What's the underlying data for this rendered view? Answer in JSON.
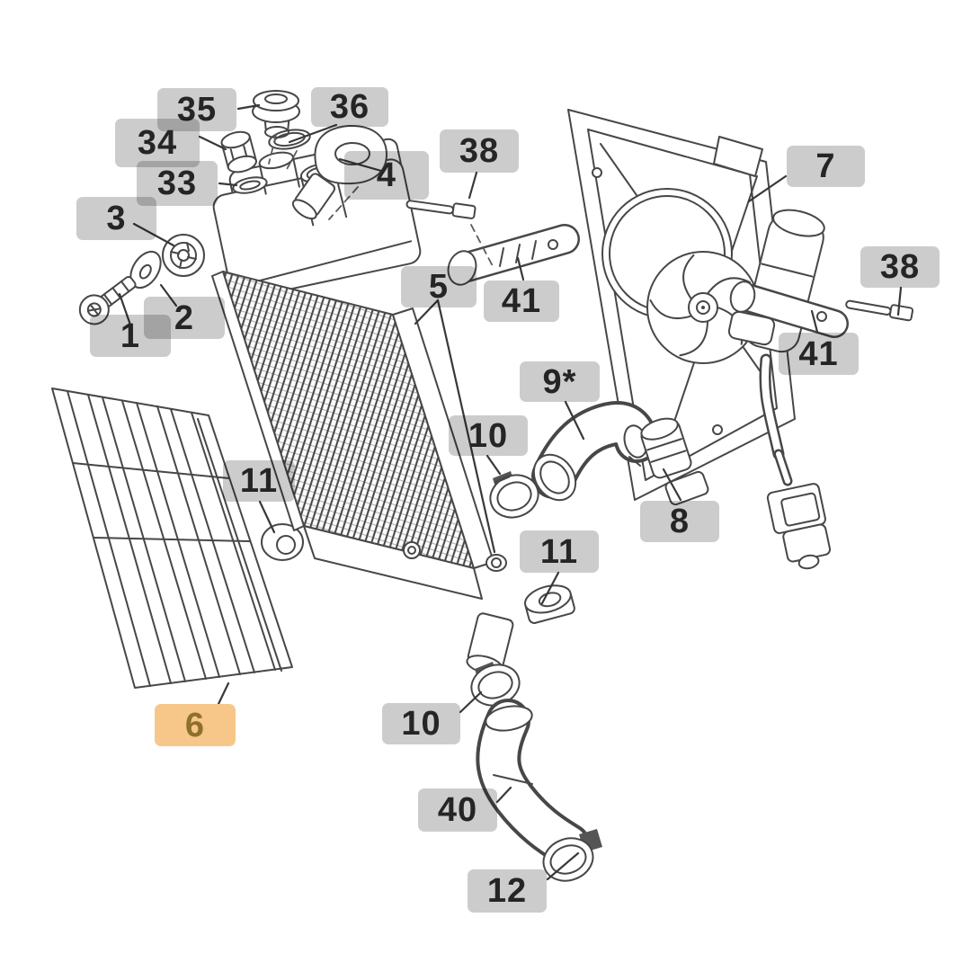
{
  "diagram": {
    "kind": "exploded-parts-diagram",
    "subject": "Radiator and cooling fan assembly",
    "background": "#ffffff",
    "colors": {
      "callout_bg": "rgba(0,0,0,0.2)",
      "callout_text": "#252525",
      "highlight_bg": "#f7c78a",
      "highlight_text": "#8d702c",
      "line_art": "#474747"
    },
    "highlighted_part": "6",
    "parts_visible": [
      "1",
      "2",
      "3",
      "4",
      "5",
      "6",
      "7",
      "8",
      "9*",
      "10",
      "11",
      "12",
      "33",
      "34",
      "35",
      "36",
      "38",
      "40",
      "41"
    ],
    "callouts": {
      "c35": {
        "text": "35"
      },
      "c36": {
        "text": "36"
      },
      "c34": {
        "text": "34"
      },
      "c33": {
        "text": "33"
      },
      "c3": {
        "text": "3"
      },
      "c4": {
        "text": "4"
      },
      "c1": {
        "text": "1"
      },
      "c2": {
        "text": "2"
      },
      "c38a": {
        "text": "38"
      },
      "c41a": {
        "text": "41"
      },
      "c5": {
        "text": "5"
      },
      "c7": {
        "text": "7"
      },
      "c38b": {
        "text": "38"
      },
      "c41b": {
        "text": "41"
      },
      "c9": {
        "text": "9*"
      },
      "c10a": {
        "text": "10"
      },
      "c8": {
        "text": "8"
      },
      "c11a": {
        "text": "11"
      },
      "c11b": {
        "text": "11"
      },
      "c6": {
        "text": "6"
      },
      "c10b": {
        "text": "10"
      },
      "c40": {
        "text": "40"
      },
      "c12": {
        "text": "12"
      }
    }
  }
}
